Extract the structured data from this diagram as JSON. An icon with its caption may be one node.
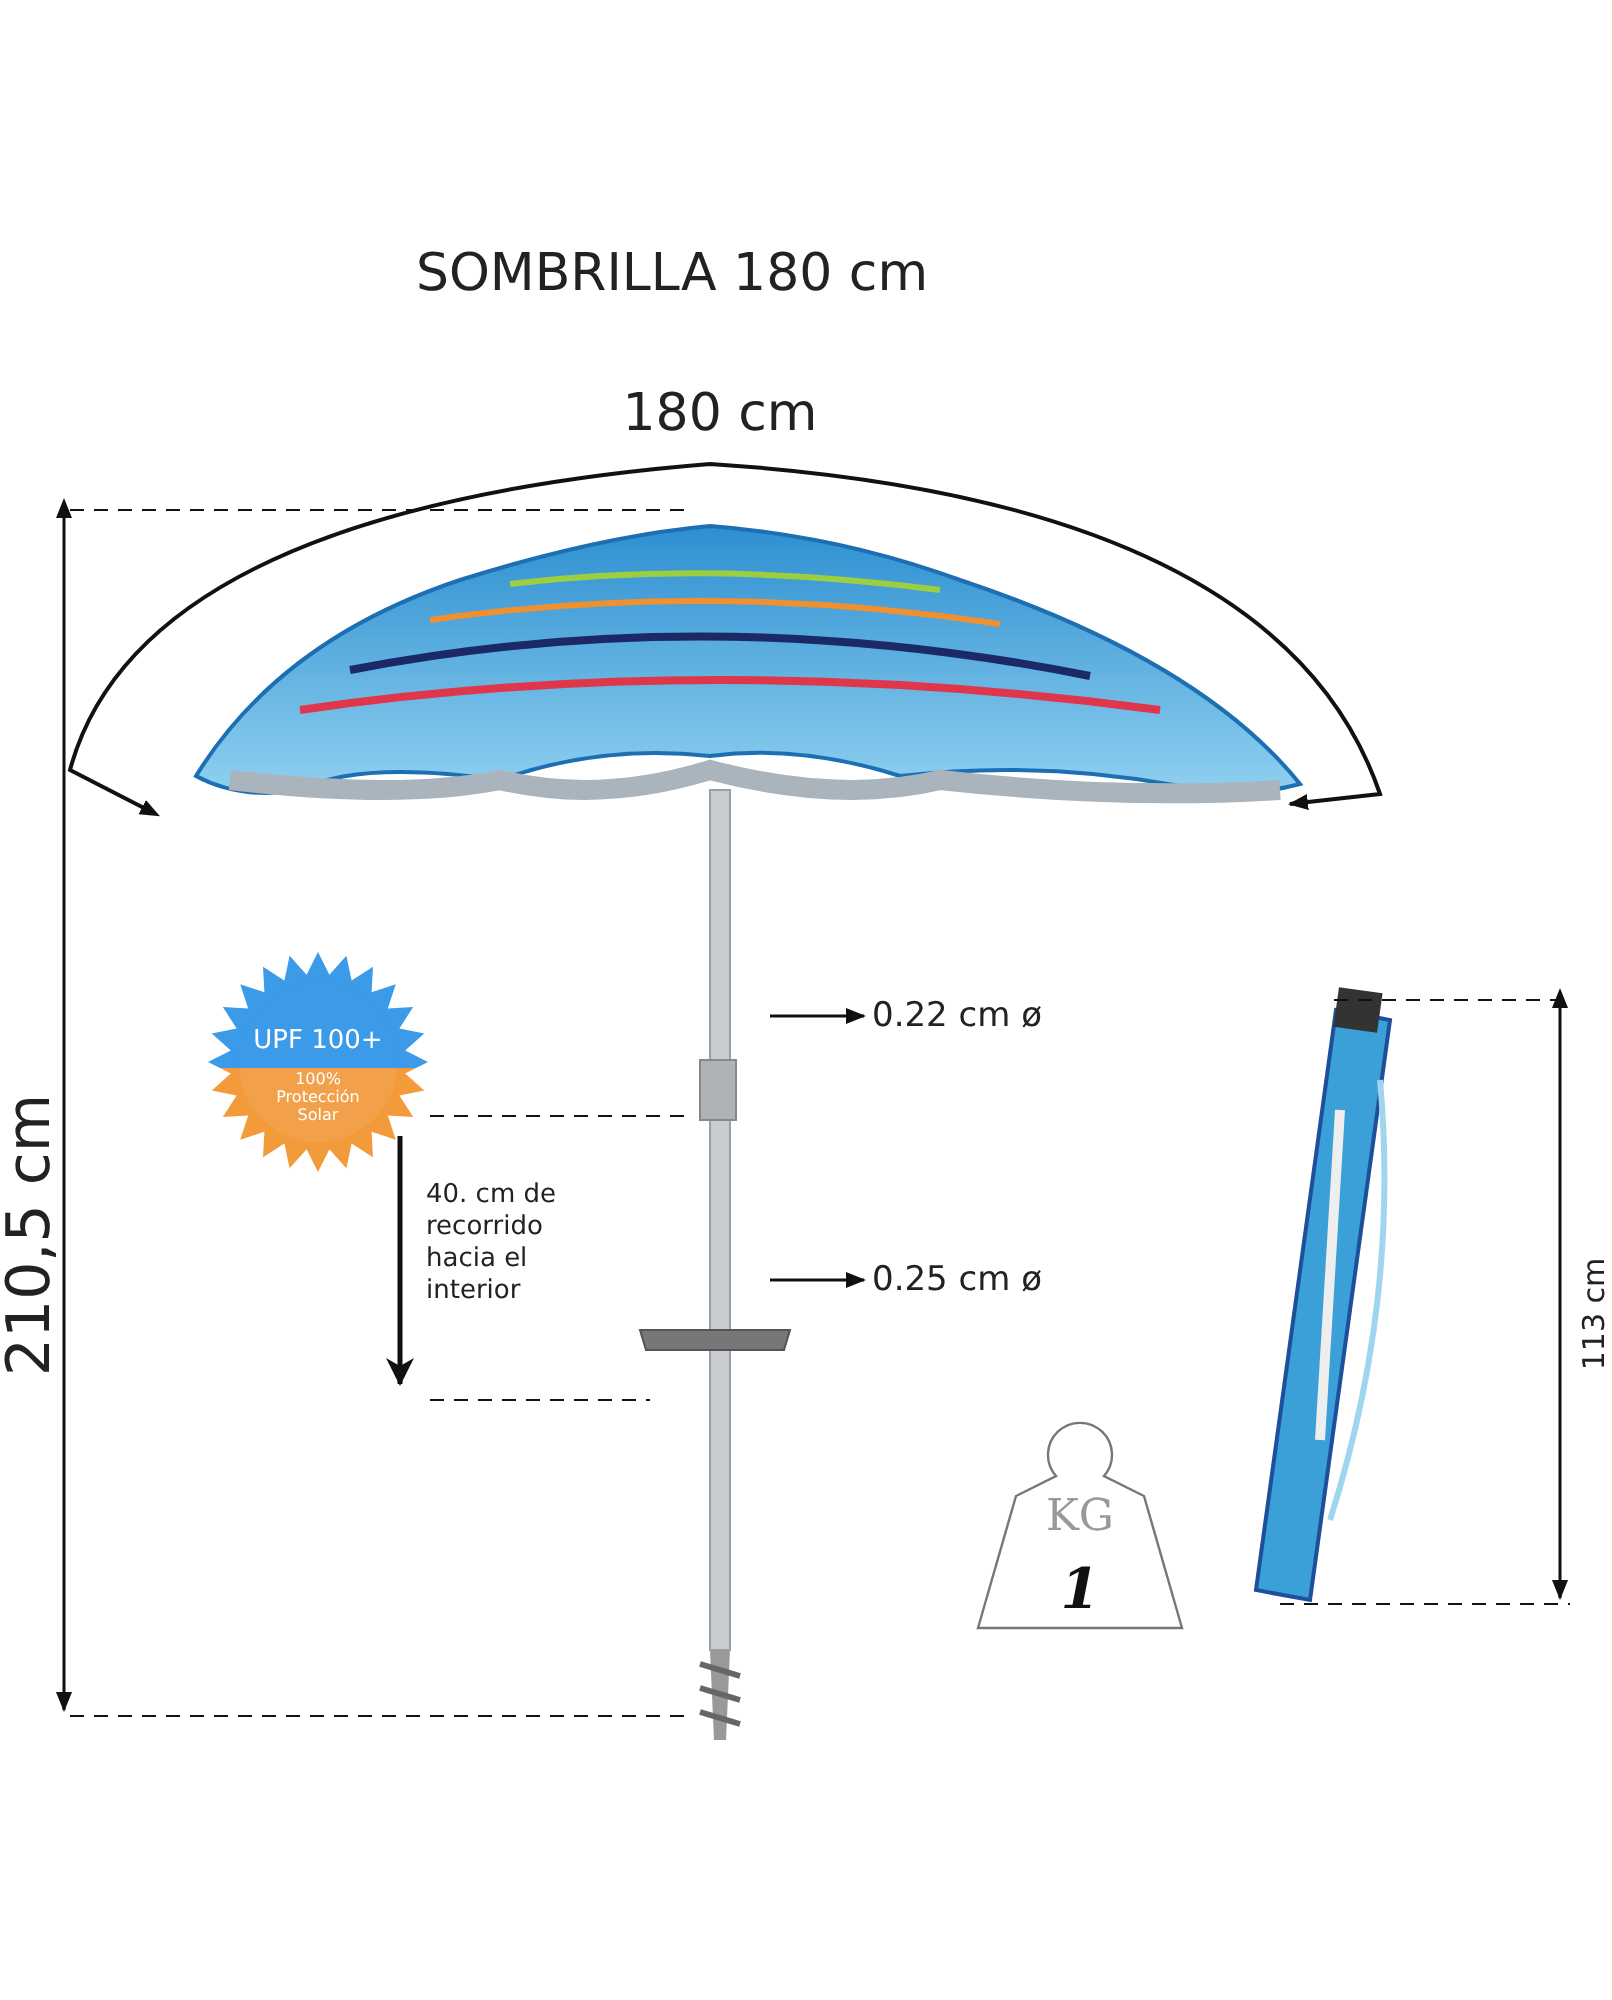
{
  "diagram": {
    "title": "SOMBRILLA 180 cm",
    "nodes": [
      {
        "text": [
          "UPF 100+",
          "100% Protección Solar"
        ]
      },
      {
        "text": [
          "0.22 cm ø"
        ]
      },
      {
        "text": [
          "0.25 cm ø"
        ]
      },
      {
        "text": [
          "KG",
          "1"
        ]
      }
    ],
    "edges": [
      {
        "from": null,
        "to": 1,
        "arrow": "to"
      },
      {
        "from": null,
        "to": 2,
        "arrow": "to"
      }
    ],
    "labels": [
      "180 cm",
      "210,5 cm",
      "40. cm de recorrido hacia el interior",
      "113 cm"
    ]
  }
}
